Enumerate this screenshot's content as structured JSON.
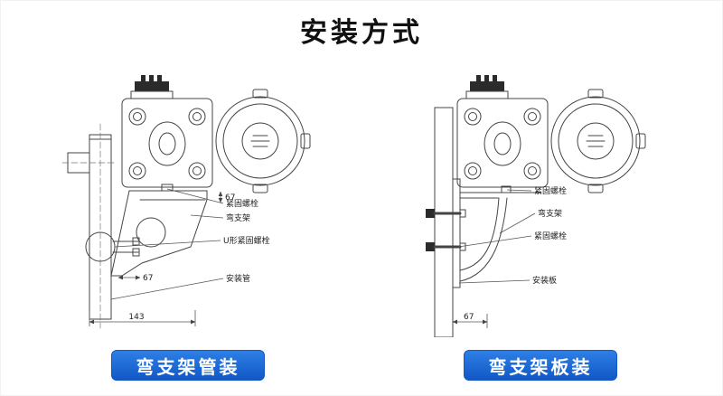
{
  "title": "安装方式",
  "colors": {
    "caption_bg_top": "#2e7fe6",
    "caption_bg_bottom": "#1258c6",
    "caption_text": "#ffffff",
    "line": "#444444"
  },
  "left": {
    "caption": "弯支架管装",
    "labels": {
      "bolt": "紧固螺栓",
      "bracket": "弯支架",
      "ubolt": "U形紧固螺栓",
      "pipe": "安装管"
    },
    "dims": {
      "bracket_width": "67",
      "hole_offset": "67",
      "span": "143"
    }
  },
  "right": {
    "caption": "弯支架板装",
    "labels": {
      "bolt_top": "紧固螺栓",
      "bracket": "弯支架",
      "bolt_bottom": "紧固螺栓",
      "plate": "安装板"
    },
    "dims": {
      "plate_depth": "67"
    }
  }
}
